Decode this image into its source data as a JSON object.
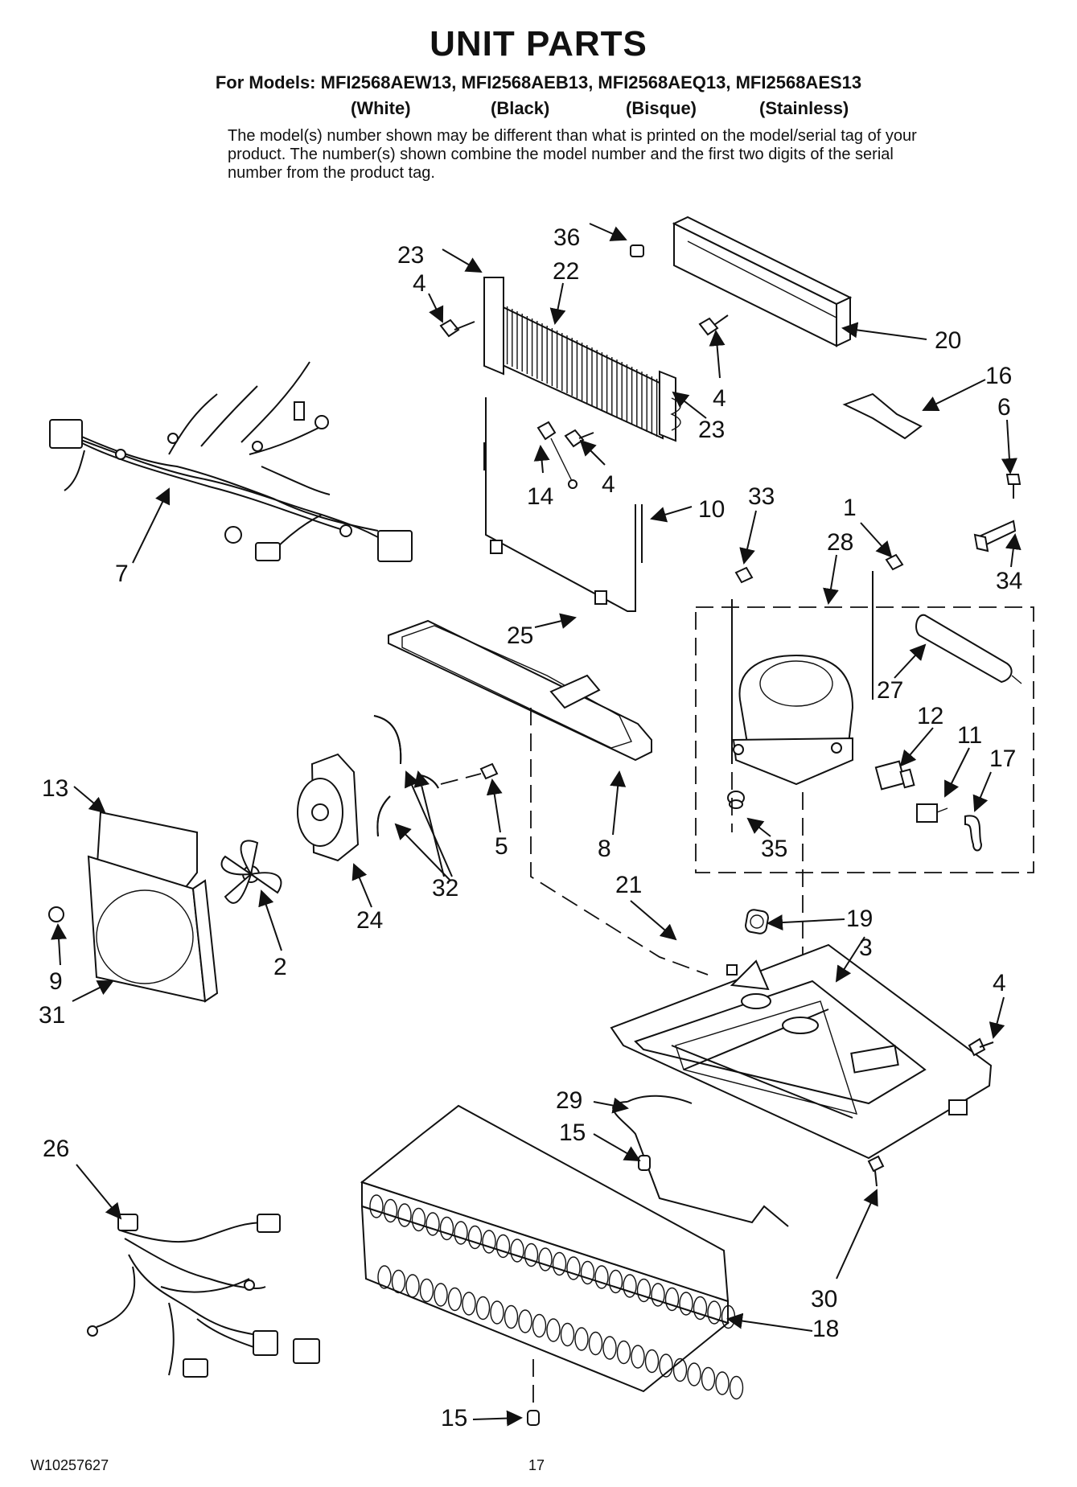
{
  "header": {
    "title": "UNIT PARTS",
    "models_line": "For Models: MFI2568AEW13, MFI2568AEB13, MFI2568AEQ13, MFI2568AES13",
    "variants": [
      "(White)",
      "(Black)",
      "(Bisque)",
      "(Stainless)"
    ],
    "note": "The model(s) number shown may be different than what is printed on the model/serial tag of your product. The number(s) shown combine the model number and the first two digits of the serial number from the product tag."
  },
  "callouts": [
    "36",
    "23",
    "4",
    "22",
    "20",
    "16",
    "6",
    "4",
    "23",
    "14",
    "4",
    "10",
    "33",
    "1",
    "28",
    "34",
    "7",
    "25",
    "27",
    "12",
    "11",
    "17",
    "13",
    "5",
    "8",
    "32",
    "35",
    "21",
    "19",
    "24",
    "9",
    "2",
    "31",
    "3",
    "4",
    "29",
    "15",
    "26",
    "30",
    "18",
    "15"
  ],
  "footer": {
    "doc_number": "W10257627",
    "page_number": "17"
  }
}
